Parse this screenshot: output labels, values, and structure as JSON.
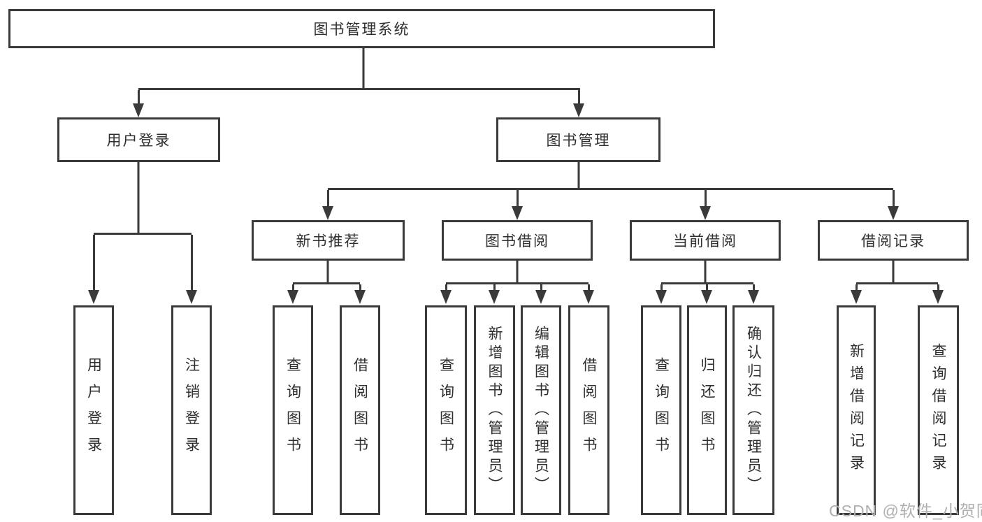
{
  "tree": {
    "root": {
      "label": "图书管理系统"
    },
    "branches": [
      {
        "label": "用户登录",
        "children": [
          {
            "label": "用户登录"
          },
          {
            "label": "注销登录"
          }
        ]
      },
      {
        "label": "图书管理",
        "children": [
          {
            "label": "新书推荐",
            "children": [
              {
                "label": "查询图书"
              },
              {
                "label": "借阅图书"
              }
            ]
          },
          {
            "label": "图书借阅",
            "children": [
              {
                "label": "查询图书"
              },
              {
                "label": "新增图书（管理员）"
              },
              {
                "label": "编辑图书（管理员）"
              },
              {
                "label": "借阅图书"
              }
            ]
          },
          {
            "label": "当前借阅",
            "children": [
              {
                "label": "查询图书"
              },
              {
                "label": "归还图书"
              },
              {
                "label": "确认归还（管理员）"
              }
            ]
          },
          {
            "label": "借阅记录",
            "children": [
              {
                "label": "新增借阅记录"
              },
              {
                "label": "查询借阅记录"
              }
            ]
          }
        ]
      }
    ]
  },
  "watermark": {
    "text": "CSDN @软件_小贺同学"
  },
  "colors": {
    "line": "#3a3a3a",
    "text": "#2f2f2f",
    "background": "#ffffff",
    "watermark": "#b0b0b0"
  }
}
